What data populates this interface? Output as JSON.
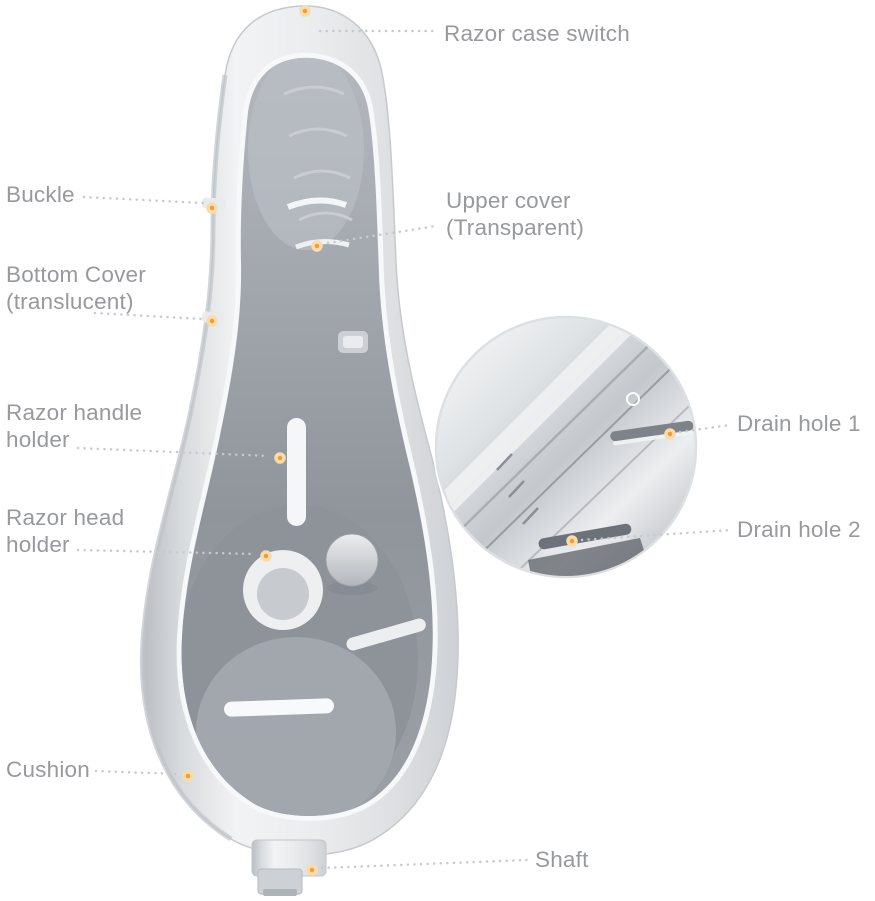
{
  "colors": {
    "background": "#ffffff",
    "label_text": "#97999d",
    "marker_fill": "#f0a033",
    "marker_ring": "#f8dcae",
    "leader_line": "#c6cacf"
  },
  "labels": {
    "razor_case_switch": {
      "lines": [
        "Razor case switch"
      ]
    },
    "buckle": {
      "lines": [
        "Buckle"
      ]
    },
    "upper_cover": {
      "lines": [
        "Upper cover",
        "(Transparent)"
      ]
    },
    "bottom_cover": {
      "lines": [
        "Bottom Cover",
        "(translucent)"
      ]
    },
    "razor_handle_holder": {
      "lines": [
        "Razor handle",
        "holder"
      ]
    },
    "razor_head_holder": {
      "lines": [
        "Razor head",
        "holder"
      ]
    },
    "drain_hole_1": {
      "lines": [
        "Drain hole 1"
      ]
    },
    "drain_hole_2": {
      "lines": [
        "Drain hole 2"
      ]
    },
    "cushion": {
      "lines": [
        "Cushion"
      ]
    },
    "shaft": {
      "lines": [
        "Shaft"
      ]
    }
  }
}
